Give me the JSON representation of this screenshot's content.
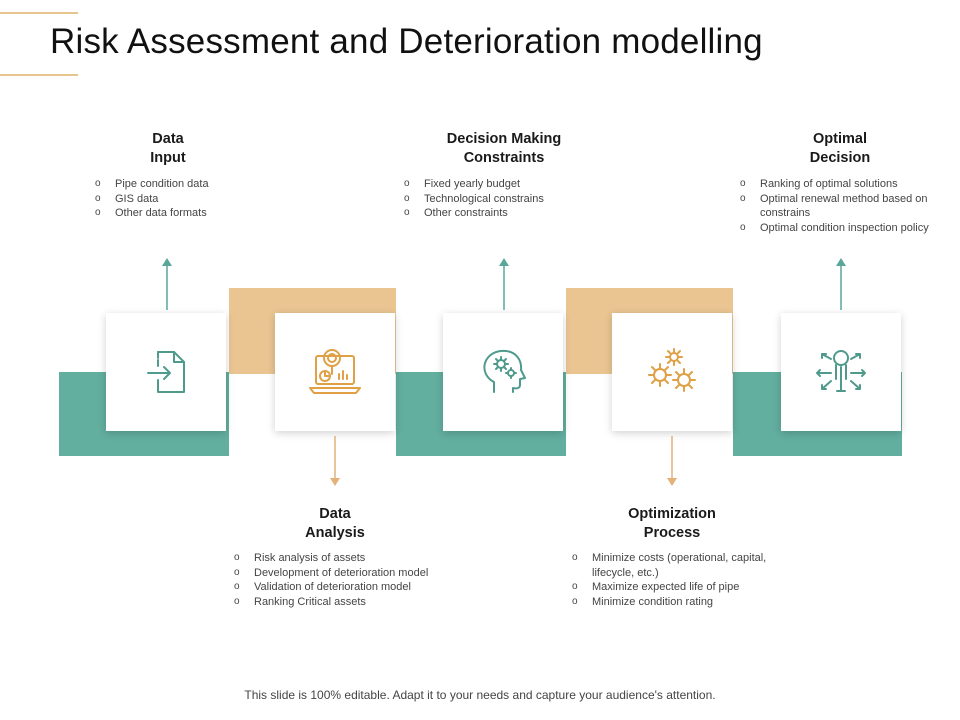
{
  "title": "Risk Assessment and Deterioration modelling",
  "colors": {
    "teal": "#62ae9f",
    "tan": "#eac592",
    "icon_teal": "#4f9a8c",
    "icon_gold": "#dfa046",
    "arrow": "#5aa79a",
    "arrow_tan": "#e2b27a"
  },
  "stages": [
    {
      "name_line1": "Data",
      "name_line2": "Input",
      "icon": "file-import-icon",
      "points": [
        "Pipe condition data",
        "GIS data",
        "Other data formats"
      ]
    },
    {
      "name_line1": "Data",
      "name_line2": "Analysis",
      "icon": "laptop-analysis-icon",
      "points": [
        "Risk analysis of assets",
        "Development of deterioration model",
        "Validation of deterioration model",
        "Ranking Critical assets"
      ]
    },
    {
      "name_line1": "Decision Making",
      "name_line2": "Constraints",
      "icon": "head-gears-icon",
      "points": [
        "Fixed yearly budget",
        "Technological constrains",
        "Other constraints"
      ]
    },
    {
      "name_line1": "Optimization",
      "name_line2": "Process",
      "icon": "gears-icon",
      "points": [
        "Minimize costs (operational, capital, lifecycle, etc.)",
        "Maximize expected life of pipe",
        "Minimize condition rating"
      ]
    },
    {
      "name_line1": "Optimal",
      "name_line2": "Decision",
      "icon": "person-decision-icon",
      "points": [
        "Ranking of optimal solutions",
        "Optimal renewal method based on constrains",
        "Optimal condition inspection policy"
      ]
    }
  ],
  "footer": "This slide is 100% editable. Adapt it to your needs and capture your audience's attention."
}
